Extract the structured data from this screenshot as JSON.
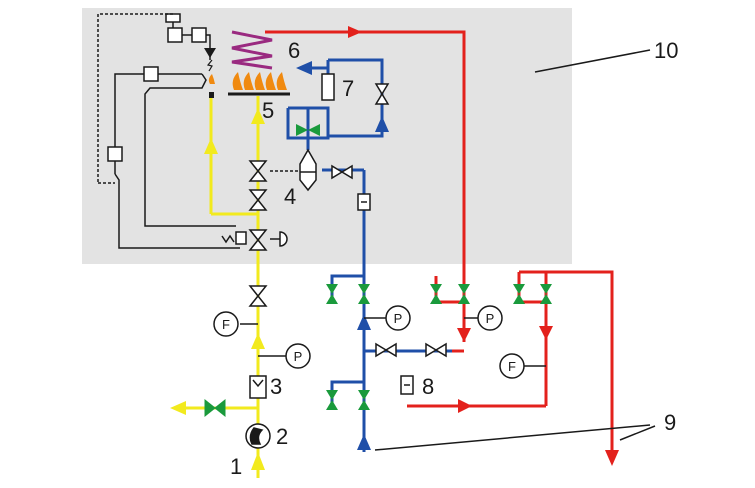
{
  "labels": {
    "n1": "1",
    "n2": "2",
    "n3": "3",
    "n4": "4",
    "n5": "5",
    "n6": "6",
    "n7": "7",
    "n8": "8",
    "n9": "9",
    "n10": "10"
  },
  "gauges": {
    "pressure": "P",
    "flow": "F"
  },
  "colors": {
    "panel": "#e3e3e3",
    "gas": "#f2ea1e",
    "water_cold": "#1f4fa8",
    "water_hot": "#e3211c",
    "valve_green": "#1a9a3c",
    "control": "#1a1a1a",
    "flame": "#f08a10"
  }
}
